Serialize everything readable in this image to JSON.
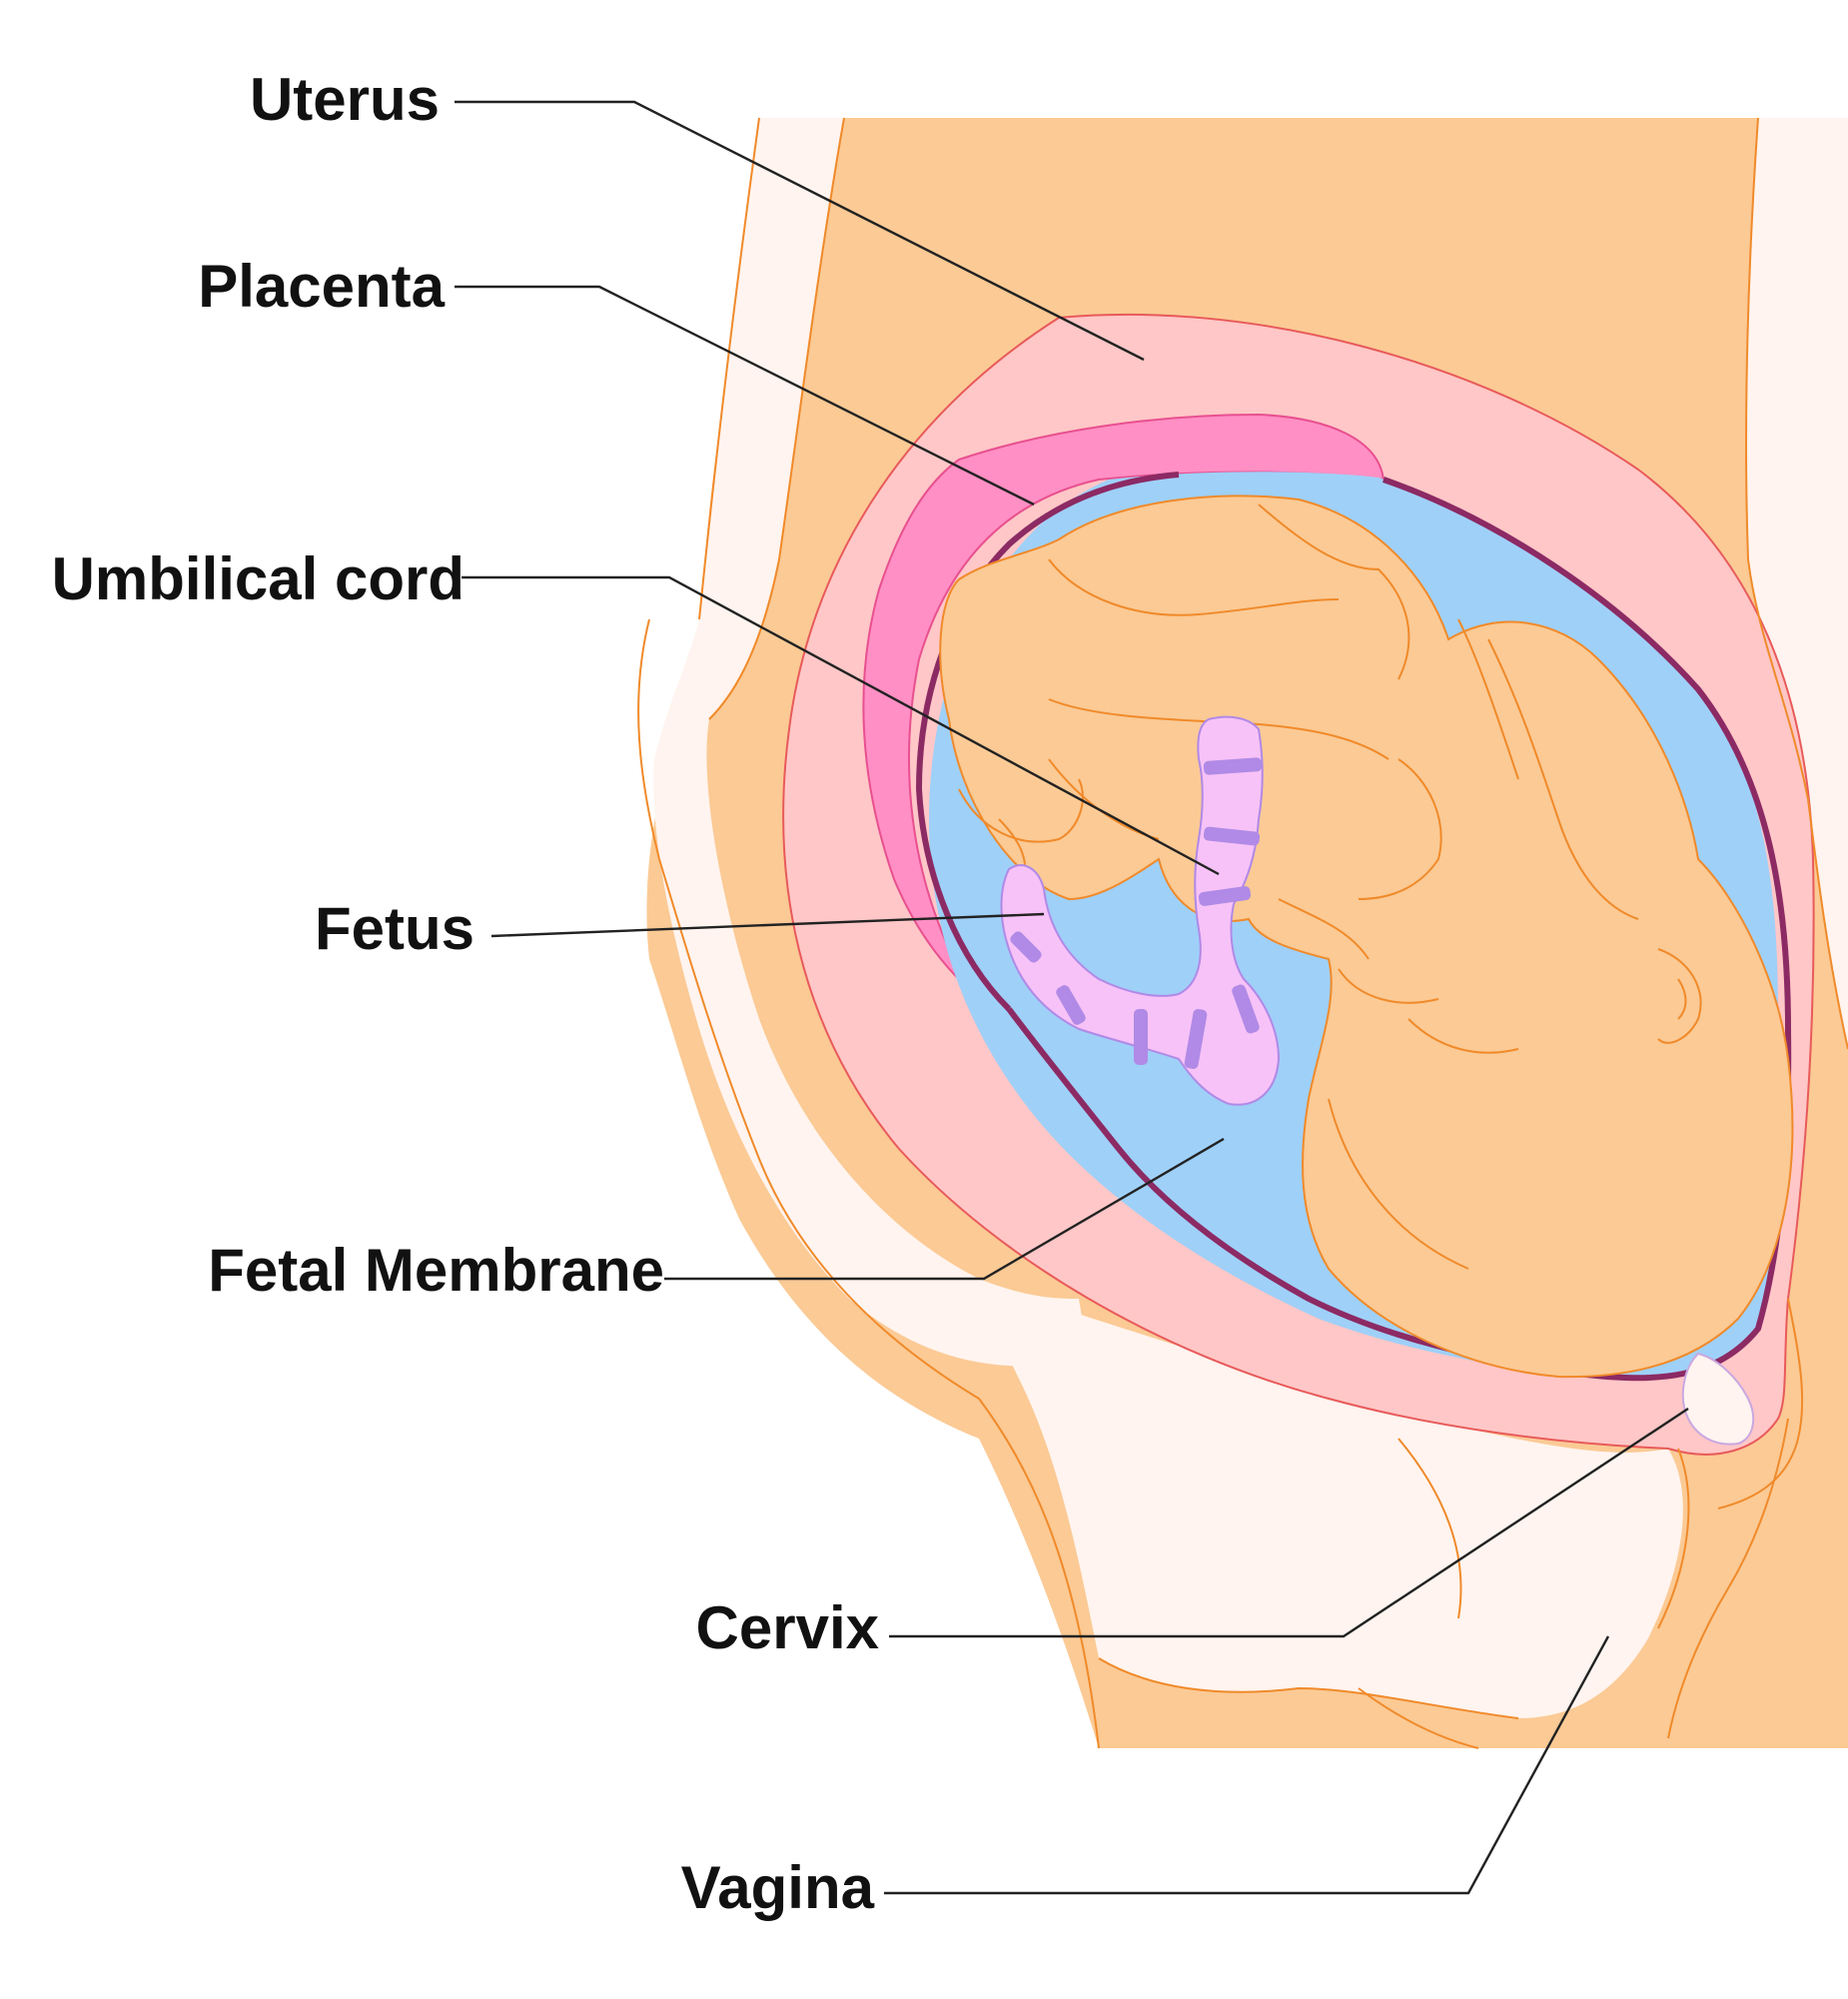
{
  "labels": {
    "uterus": "Uterus",
    "placenta": "Placenta",
    "umbilical_cord": "Umbilical cord",
    "fetus": "Fetus",
    "fetal_membrane": "Fetal Membrane",
    "cervix": "Cervix",
    "vagina": "Vagina"
  },
  "colors": {
    "skin": "#fbca95",
    "body_light": "#fff4ef",
    "uterus_wall": "#ffc7c7",
    "placenta": "#ff8fc4",
    "amniotic_fluid": "#9fd0f8",
    "fetal_membrane": "#8c2a64",
    "umbilical_cord": "#f7c2f7",
    "umbilical_bands": "#b08ae6",
    "outline": "#f08a2a",
    "label_text": "#111111"
  }
}
